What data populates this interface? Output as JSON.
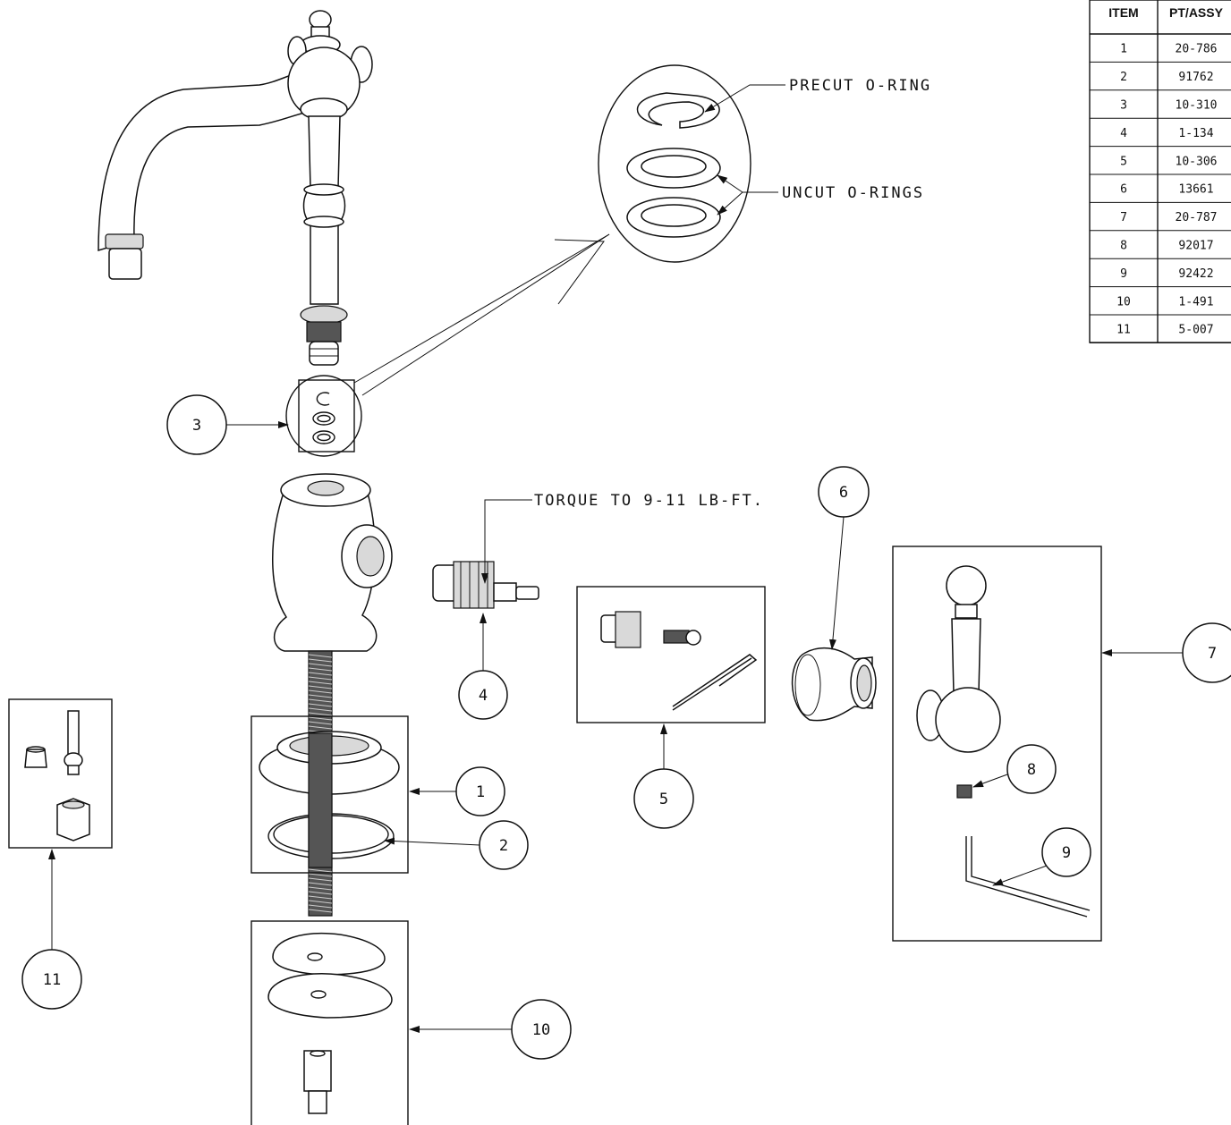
{
  "parts_table": {
    "headers": [
      "ITEM",
      "PT/ASSY"
    ],
    "rows": [
      {
        "item": "1",
        "part": "20-786"
      },
      {
        "item": "2",
        "part": "91762"
      },
      {
        "item": "3",
        "part": "10-310"
      },
      {
        "item": "4",
        "part": "1-134"
      },
      {
        "item": "5",
        "part": "10-306"
      },
      {
        "item": "6",
        "part": "13661"
      },
      {
        "item": "7",
        "part": "20-787"
      },
      {
        "item": "8",
        "part": "92017"
      },
      {
        "item": "9",
        "part": "92422"
      },
      {
        "item": "10",
        "part": "1-491"
      },
      {
        "item": "11",
        "part": "5-007"
      }
    ]
  },
  "notes": {
    "precut": "PRECUT O-RING",
    "uncut": "UNCUT O-RINGS",
    "torque": "TORQUE TO 9-11 LB-FT."
  },
  "callouts": [
    "1",
    "2",
    "3",
    "4",
    "5",
    "6",
    "7",
    "8",
    "9",
    "10",
    "11"
  ]
}
